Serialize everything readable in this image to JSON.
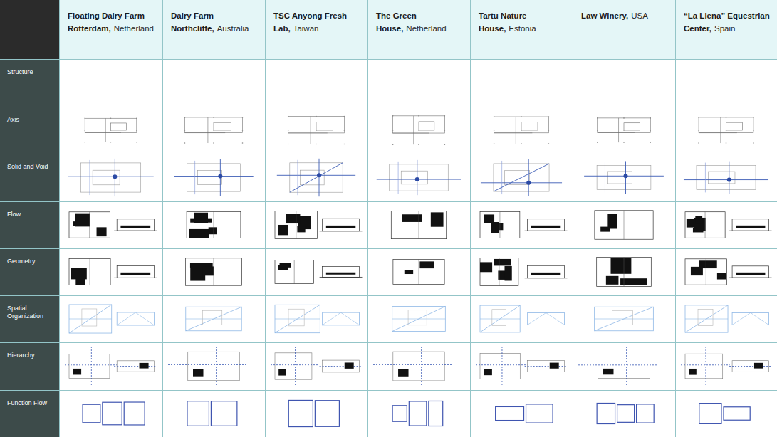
{
  "diagram": {
    "nodes": [
      {
        "text": [
          "Floating Dairy Farm Rotterdam,",
          "Netherland"
        ]
      },
      {
        "text": [
          "Dairy Farm Northcliffe,",
          "Australia"
        ]
      },
      {
        "text": [
          "TSC Anyong Fresh Lab,",
          "Taiwan"
        ]
      },
      {
        "text": [
          "The Green House,",
          "Netherland"
        ]
      },
      {
        "text": [
          "Tartu Nature House,",
          "Estonia"
        ]
      },
      {
        "text": [
          "Law Winery,",
          "USA"
        ]
      },
      {
        "text": [
          "“La Llena” Equestrian Center,",
          "Spain"
        ]
      },
      {
        "text": [
          "Structure"
        ]
      },
      {
        "text": [
          "Axis"
        ]
      },
      {
        "text": [
          "Solid and Void"
        ]
      },
      {
        "text": [
          "Flow"
        ]
      },
      {
        "text": [
          "Geometry"
        ]
      },
      {
        "text": [
          "Spatial Organization"
        ]
      },
      {
        "text": [
          "Hierarchy"
        ]
      },
      {
        "text": [
          "Function Flow"
        ]
      }
    ]
  }
}
